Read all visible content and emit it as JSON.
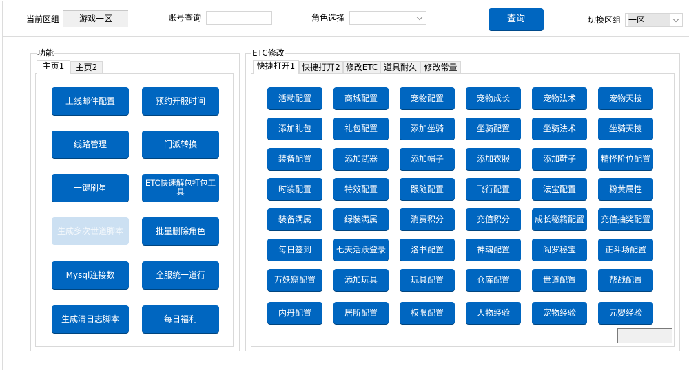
{
  "header": {
    "current_zone_label": "当前区组",
    "current_zone_value": "游戏一区",
    "account_query_label": "账号查询",
    "account_query_value": "",
    "role_select_label": "角色选择",
    "role_select_value": "",
    "query_button": "查询",
    "switch_zone_label": "切换区组",
    "switch_zone_value": "一区"
  },
  "function_group": {
    "title": "功能",
    "tabs": [
      {
        "label": "主页1",
        "active": true
      },
      {
        "label": "主页2",
        "active": false
      }
    ],
    "buttons": [
      {
        "label": "上线邮件配置",
        "enabled": true
      },
      {
        "label": "预约开服时间",
        "enabled": true
      },
      {
        "label": "线路管理",
        "enabled": true
      },
      {
        "label": "门派转换",
        "enabled": true
      },
      {
        "label": "一键刷星",
        "enabled": true
      },
      {
        "label": "ETC快速解包打包工具",
        "enabled": true
      },
      {
        "label": "生成多次世道脚本",
        "enabled": false
      },
      {
        "label": "批量删除角色",
        "enabled": true
      },
      {
        "label": "Mysql连接数",
        "enabled": true
      },
      {
        "label": "全服统一道行",
        "enabled": true
      },
      {
        "label": "生成清日志脚本",
        "enabled": true
      },
      {
        "label": "每日福利",
        "enabled": true
      }
    ]
  },
  "etc_group": {
    "title": "ETC修改",
    "tabs": [
      {
        "label": "快捷打开1",
        "active": true
      },
      {
        "label": "快捷打开2",
        "active": false
      },
      {
        "label": "修改ETC",
        "active": false
      },
      {
        "label": "道具耐久",
        "active": false
      },
      {
        "label": "修改常量",
        "active": false
      }
    ],
    "buttons": [
      [
        "活动配置",
        "商城配置",
        "宠物配置",
        "宠物成长",
        "宠物法术",
        "宠物天技"
      ],
      [
        "添加礼包",
        "礼包配置",
        "添加坐骑",
        "坐骑配置",
        "坐骑法术",
        "坐骑天技"
      ],
      [
        "装备配置",
        "添加武器",
        "添加帽子",
        "添加衣服",
        "添加鞋子",
        "精怪阶位配置"
      ],
      [
        "时装配置",
        "特效配置",
        "跟随配置",
        "飞行配置",
        "法宝配置",
        "粉黄属性"
      ],
      [
        "装备满属",
        "绿装满属",
        "消费积分",
        "充值积分",
        "成长秘籍配置",
        "充值抽奖配置"
      ],
      [
        "每日签到",
        "七天活跃登录",
        "洛书配置",
        "神魂配置",
        "阎罗秘宝",
        "正斗场配置"
      ],
      [
        "万妖窟配置",
        "添加玩具",
        "玩具配置",
        "仓库配置",
        "世道配置",
        "帮战配置"
      ],
      [
        "内丹配置",
        "居所配置",
        "权限配置",
        "人物经验",
        "宠物经验",
        "元婴经验"
      ]
    ],
    "status_box_value": ""
  },
  "colors": {
    "button_blue": "#0066c0",
    "button_disabled": "#cce0f2",
    "border_gray": "#d9d9d9",
    "tab_inactive": "#f0f0f0"
  }
}
